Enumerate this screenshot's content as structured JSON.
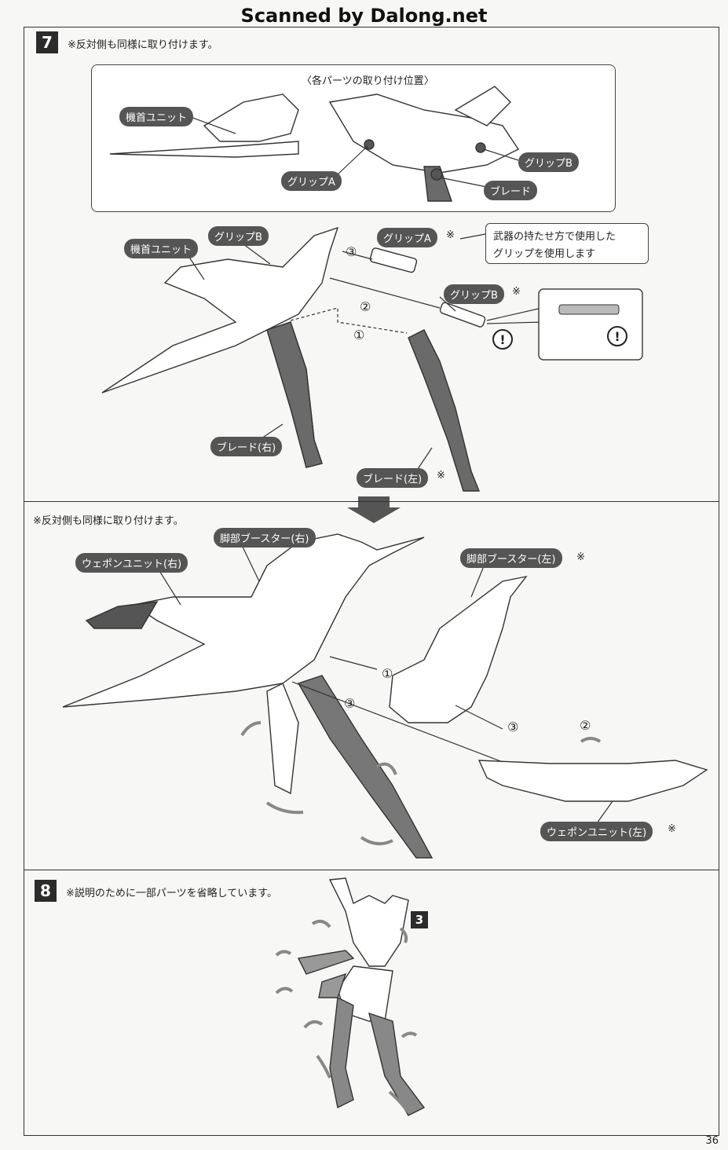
{
  "watermark": "Scanned by Dalong.net",
  "step7": {
    "number": "7",
    "note": "※反対側も同様に取り付けます。",
    "inset_title": "〈各パーツの取り付け位置〉",
    "inset_labels": {
      "neck_unit": "機首ユニット",
      "grip_a": "グリップA",
      "grip_b": "グリップB",
      "blade": "ブレード"
    },
    "assembly_labels": {
      "neck_unit": "機首ユニット",
      "grip_b_top": "グリップB",
      "grip_a": "グリップA",
      "grip_b_right": "グリップB",
      "blade_right": "ブレード(右)",
      "blade_left": "ブレード(左)"
    },
    "callout_text_line1": "武器の持たせ方で使用した",
    "callout_text_line2": "グリップを使用します",
    "marker": "※",
    "steps": [
      "①",
      "②",
      "③"
    ],
    "sub_note": "※反対側も同様に取り付けます。",
    "sub_labels": {
      "leg_booster_right": "脚部ブースター(右)",
      "leg_booster_left": "脚部ブースター(左)",
      "weapon_unit_right": "ウェポンユニット(右)",
      "weapon_unit_left": "ウェポンユニット(左)"
    }
  },
  "step8": {
    "number": "8",
    "note": "※説明のために一部パーツを省略しています。",
    "ref_number": "3"
  },
  "page_number": "36",
  "colors": {
    "label_bg": "#555555",
    "frame": "#333333",
    "part_dark": "#6a6a6a"
  }
}
